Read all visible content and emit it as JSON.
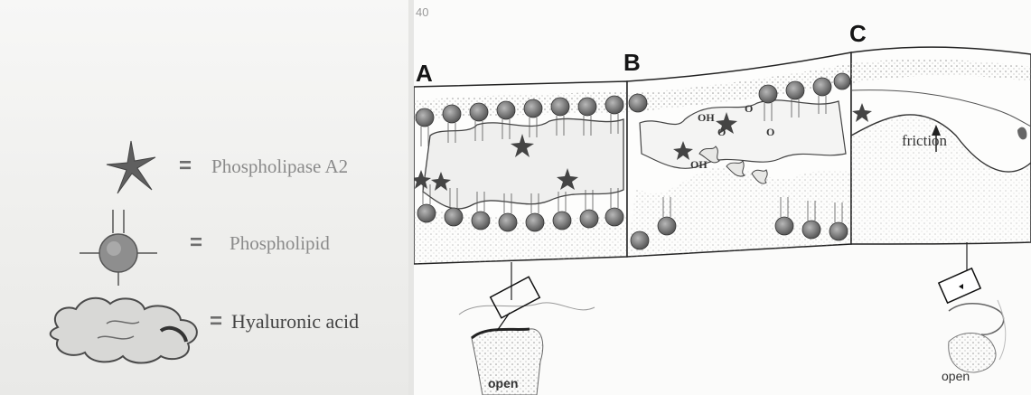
{
  "legend": {
    "items": [
      {
        "icon": "phospholipase-star-icon",
        "equals": "=",
        "label": "Phospholipase A2"
      },
      {
        "icon": "phospholipid-icon",
        "equals": "=",
        "label": "Phospholipid"
      },
      {
        "icon": "hyaluronic-acid-blob-icon",
        "equals": "=",
        "label": "Hyaluronic acid"
      }
    ]
  },
  "figure": {
    "page_number": "40",
    "panels": [
      "A",
      "B",
      "C"
    ],
    "friction_label": "friction",
    "open_label_a": "open",
    "open_label_c": "open",
    "cavity_labels": [
      "OH",
      "O",
      "O",
      "O",
      "OH"
    ]
  }
}
